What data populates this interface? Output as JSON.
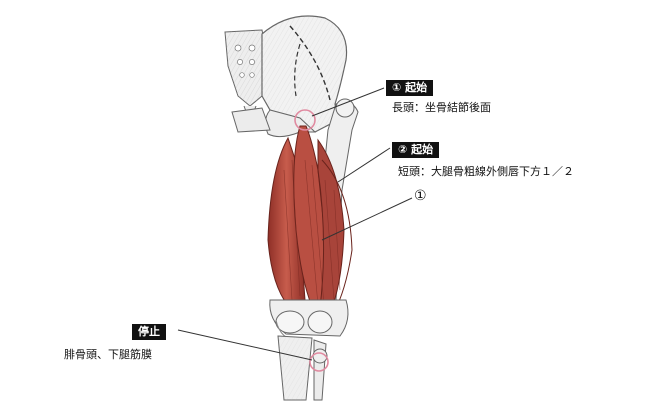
{
  "labels": {
    "origin1": {
      "tag": "① 起始",
      "text": "長頭：坐骨結節後面"
    },
    "origin2": {
      "tag": "② 起始",
      "text": "短頭：大腿骨粗線外側唇下方１／２"
    },
    "marker": "①",
    "insertion": {
      "tag": "停止",
      "text": "腓骨頭、下腿筋膜"
    }
  },
  "colors": {
    "muscle": "#b5473a",
    "muscle_dark": "#7c2a22",
    "bone": "#f1f1f1",
    "bone_line": "#6b6b6b",
    "highlight_circle": "#e08aa0",
    "label_bg": "#111111"
  }
}
